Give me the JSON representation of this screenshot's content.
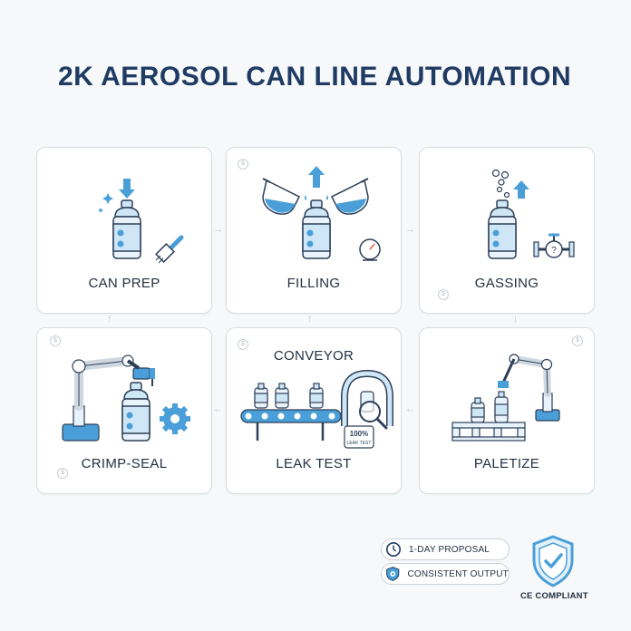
{
  "title": "2K AEROSOL CAN LINE AUTOMATION",
  "steps": [
    {
      "label": "CAN PREP"
    },
    {
      "label": "FILLING"
    },
    {
      "label": "GASSING"
    },
    {
      "label": "CRIMP-SEAL"
    },
    {
      "label": "LEAK TEST",
      "top_label": "CONVEYOR",
      "badge_line1": "100%",
      "badge_line2": "LEAK TEST"
    },
    {
      "label": "PALETIZE"
    }
  ],
  "coin_symbol": "$",
  "features": [
    {
      "label": "1-DAY PROPOSAL",
      "icon": "clock-icon"
    },
    {
      "label": "CONSISTENT OUTPUT",
      "icon": "gear-shield-icon"
    }
  ],
  "compliance": {
    "label": "CE COMPLIANT",
    "icon": "shield-check-icon"
  },
  "colors": {
    "title": "#1f3b64",
    "accent_blue": "#4a9fd8",
    "light_blue": "#cfe6f6",
    "outline": "#2d3f57",
    "card_border": "#d7dde3"
  }
}
